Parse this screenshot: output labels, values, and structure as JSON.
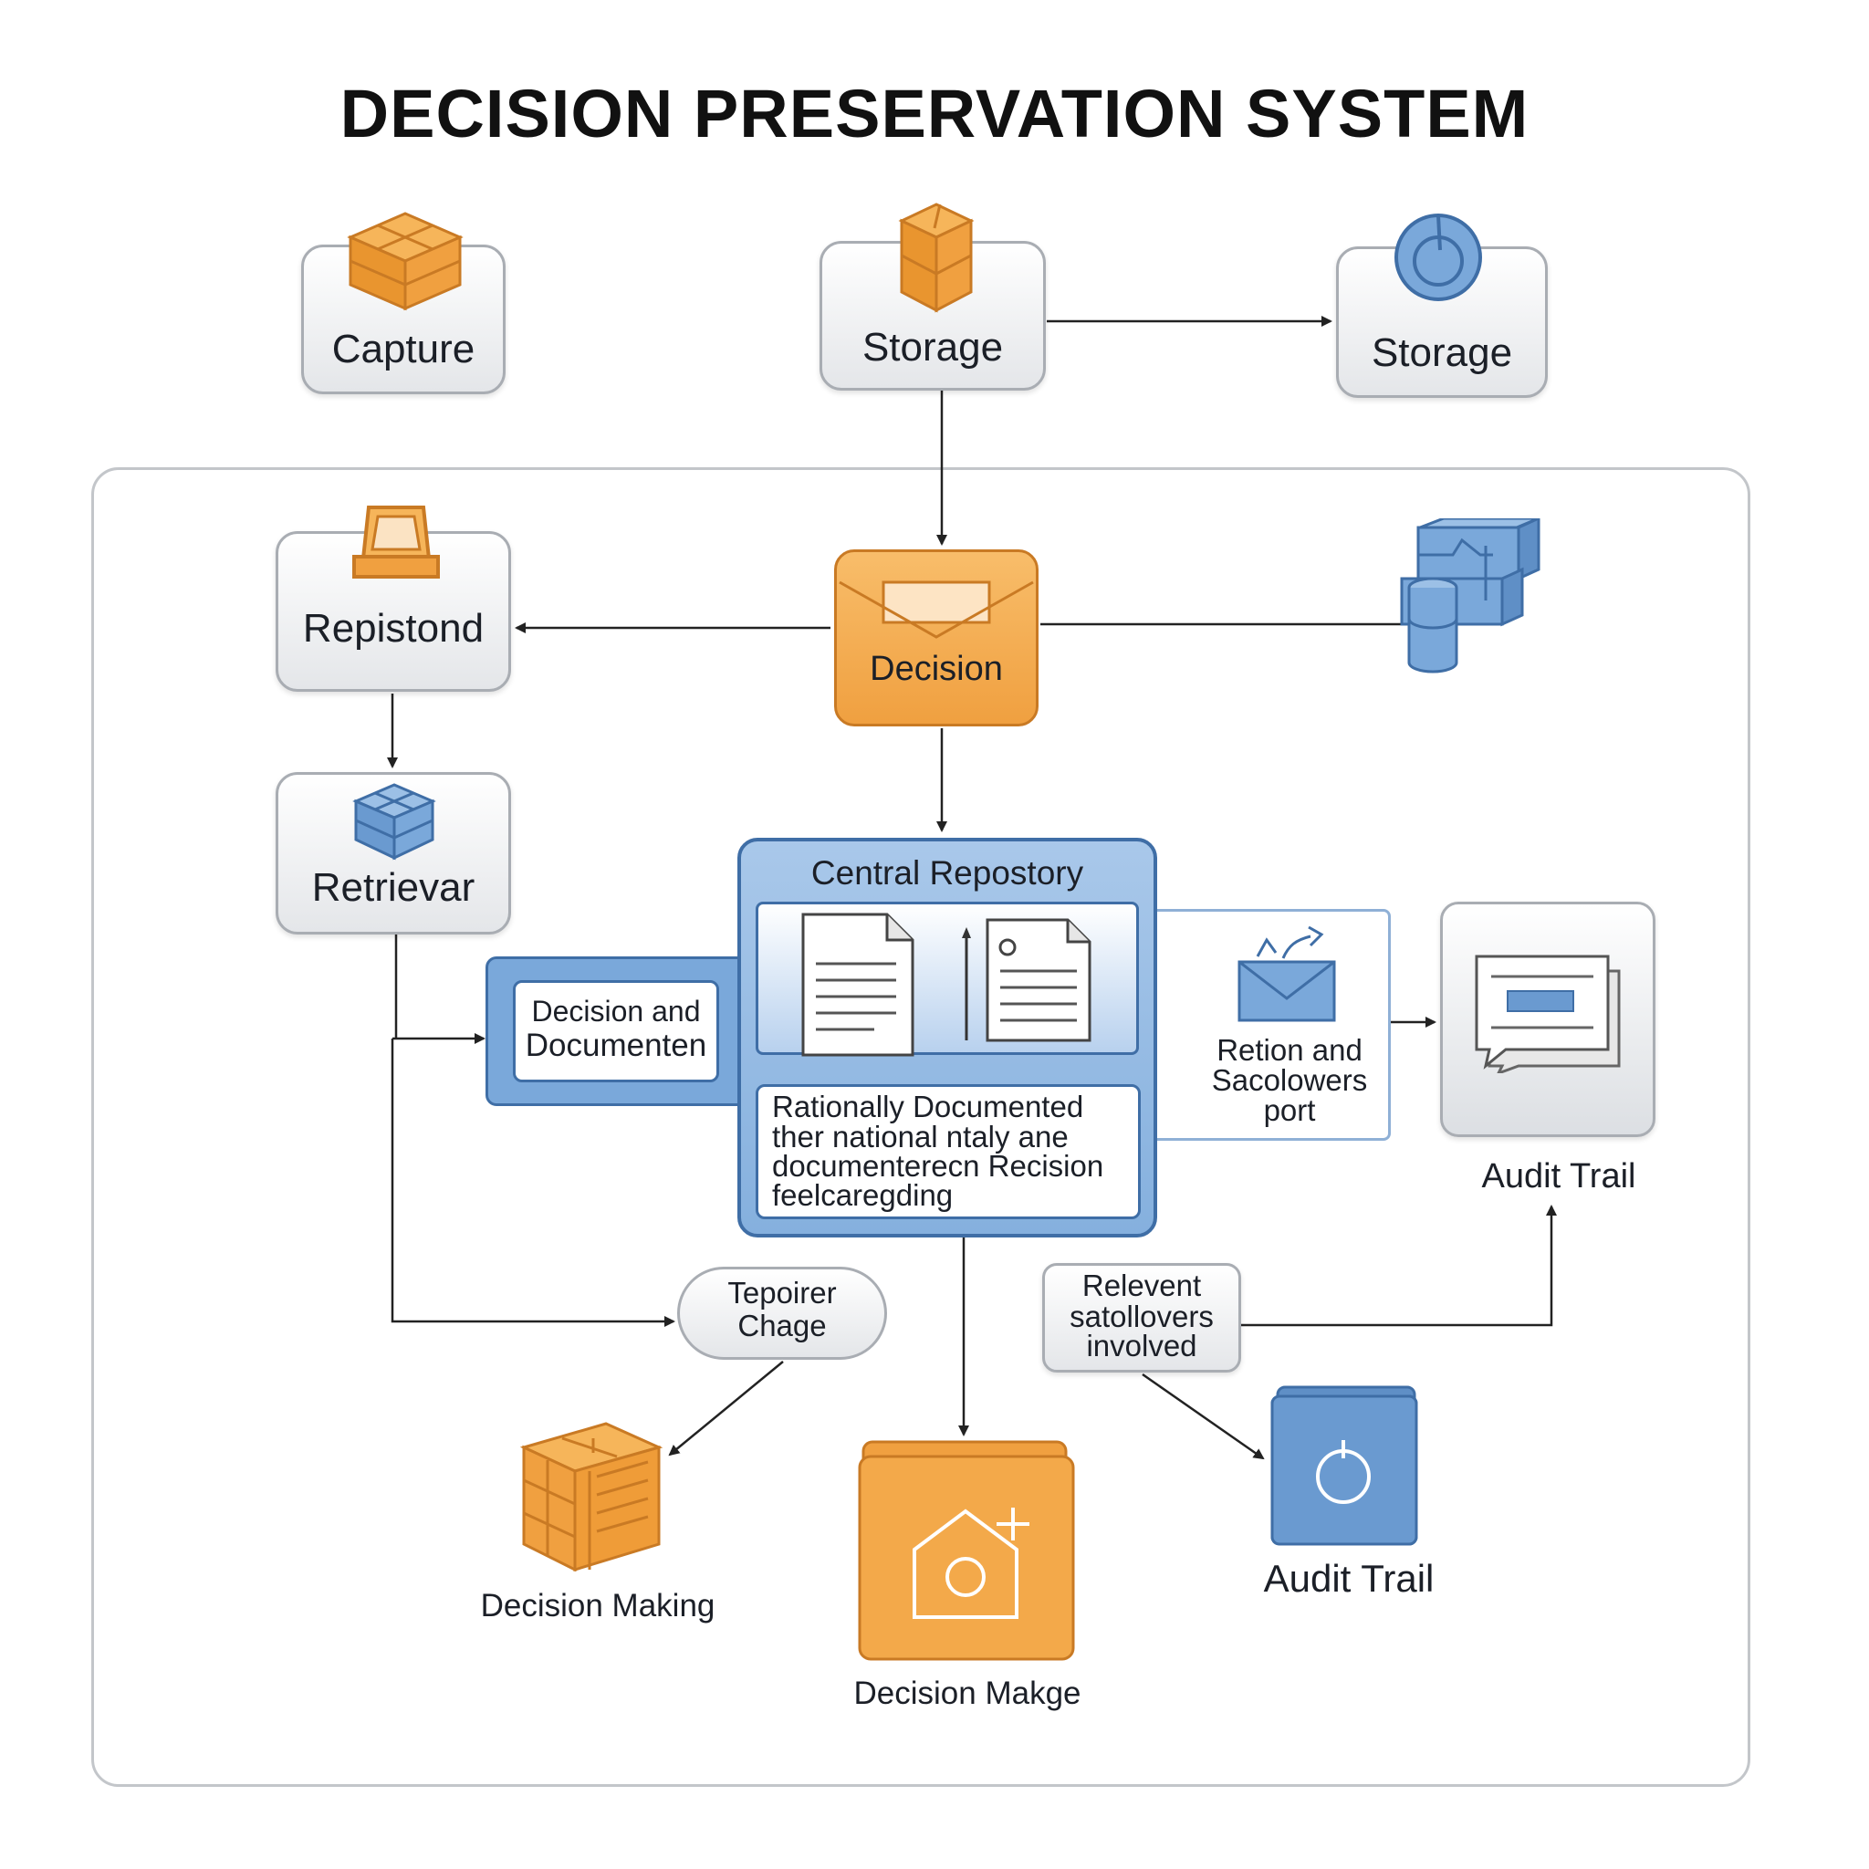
{
  "title": "DECISION PRESERVATION  SYSTEM",
  "nodes": {
    "capture": "Capture",
    "storage_center": "Storage",
    "storage_right": "Storage",
    "repistond": "Repistond",
    "decision": "Decision",
    "retrievar": "Retrievar",
    "central_repository": "Central Repostory",
    "decision_documenten_line1": "Decision and",
    "decision_documenten_line2": "Documenten",
    "rationale_line1": "Rationally Documented",
    "rationale_line2": "ther national ntaly ane",
    "rationale_line3": "documenterecn Recision",
    "rationale_line4": "feelcaregding",
    "retion_line1": "Retion and",
    "retion_line2": "Sacolowers",
    "retion_line3": "port",
    "audit_trail_top": "Audit Trail",
    "tepoirer_line1": "Tepoirer",
    "tepoirer_line2": "Chage",
    "relevent_line1": "Relevent",
    "relevent_line2": "satollovers",
    "relevent_line3": "involved",
    "decision_making": "Decision Making",
    "decision_makge": "Decision Makge",
    "audit_trail_bottom": "Audit Trail"
  },
  "colors": {
    "orange": "#f0a040",
    "orange_dark": "#c97a24",
    "blue": "#6a9ad0",
    "blue_dark": "#3f6ea6",
    "gray_border": "#a9adb3",
    "arrow": "#222222"
  },
  "icons": [
    "brick-cube-icon",
    "box-icon",
    "globe-icon",
    "tray-icon",
    "envelope-icon",
    "server-stack-icon",
    "blue-cube-icon",
    "document-icon",
    "mail-upload-icon",
    "chat-window-icon",
    "orange-crate-icon",
    "house-folder-icon",
    "power-book-icon"
  ]
}
